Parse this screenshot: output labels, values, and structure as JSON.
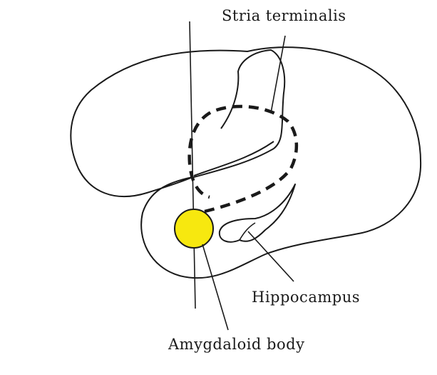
{
  "labels": {
    "stria_terminalis": "Stria terminalis",
    "hippocampus": "Hippocampus",
    "amygdaloid_body": "Amygdaloid body"
  },
  "colors": {
    "background": "#ffffff",
    "outline": "#1a1a1a",
    "amygdala_fill": "#f7e80f"
  }
}
